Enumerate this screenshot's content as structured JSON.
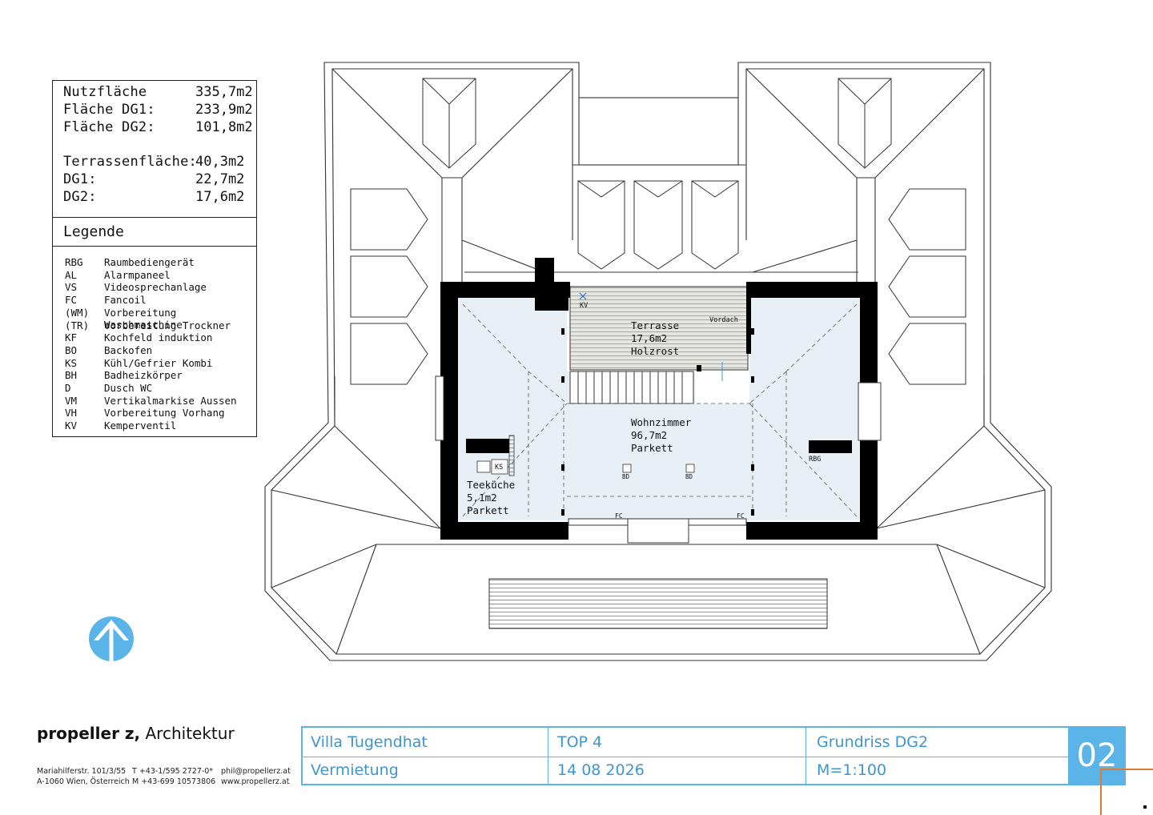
{
  "areas": {
    "rows": [
      {
        "label": "Nutzfläche",
        "value": "335,7m2"
      },
      {
        "label": "Fläche DG1:",
        "value": "233,9m2"
      },
      {
        "label": "Fläche DG2:",
        "value": "101,8m2"
      },
      {
        "label": "Terrassenfläche:",
        "value": "40,3m2"
      },
      {
        "label": "DG1:",
        "value": "22,7m2"
      },
      {
        "label": "DG2:",
        "value": "17,6m2"
      }
    ]
  },
  "legend": {
    "title": "Legende",
    "items": [
      {
        "code": "RBG",
        "desc": "Raumbediengerät"
      },
      {
        "code": "AL",
        "desc": "Alarmpaneel"
      },
      {
        "code": "VS",
        "desc": "Videosprechanlage"
      },
      {
        "code": "FC",
        "desc": "Fancoil"
      },
      {
        "code": "(WM)",
        "desc": "Vorbereitung Waschmaschine"
      },
      {
        "code": "(TR)",
        "desc": "Vorbereitung Trockner"
      },
      {
        "code": "KF",
        "desc": "Kochfeld induktion"
      },
      {
        "code": "BO",
        "desc": "Backofen"
      },
      {
        "code": "KS",
        "desc": "Kühl/Gefrier Kombi"
      },
      {
        "code": "BH",
        "desc": "Badheizkörper"
      },
      {
        "code": "D",
        "desc": "Dusch WC"
      },
      {
        "code": "VM",
        "desc": "Vertikalmarkise Aussen"
      },
      {
        "code": "VH",
        "desc": "Vorbereitung Vorhang"
      },
      {
        "code": "KV",
        "desc": "Kemperventil"
      }
    ]
  },
  "plan": {
    "terrace": {
      "name": "Terrasse",
      "area": "17,6m2",
      "floor": "Holzrost"
    },
    "living": {
      "name": "Wohnzimmer",
      "area": "96,7m2",
      "floor": "Parkett"
    },
    "kitchen": {
      "name": "Teeküche",
      "area": "5,1m2",
      "floor": "Parkett"
    },
    "labels": {
      "kv": "KV",
      "vordach": "Vordach",
      "ks": "KS",
      "rbg": "RBG",
      "bd": "BD",
      "fc": "FC"
    }
  },
  "office": {
    "name_bold": "propeller z,",
    "name_rest": " Architektur",
    "address1": "Mariahilferstr. 101/3/55",
    "address2": "A-1060 Wien, Österreich",
    "phone1": "T +43-1/595 2727-0*",
    "phone2": "M +43-699 10573806",
    "email": "phil@propellerz.at",
    "web": "www.propellerz.at"
  },
  "titleblock": {
    "project": "Villa Tugendhat",
    "unit": "TOP 4",
    "drawing": "Grundriss DG2",
    "purpose": "Vermietung",
    "date": "14 08 2026",
    "scale": "M=1:100",
    "sheet": "02"
  },
  "colors": {
    "accent": "#5ab4e8",
    "room_fill": "#e8f0f5",
    "corner": "#e07a2e"
  }
}
